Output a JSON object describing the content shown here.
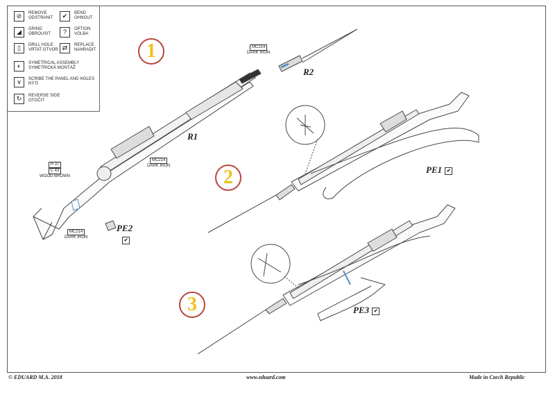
{
  "legend": [
    {
      "icon": "remove-icon",
      "glyph": "⊘",
      "text": "REMOVE ODSTRANIT"
    },
    {
      "icon": "grind-icon",
      "glyph": "◢",
      "text": "GRIND OBROUSIT"
    },
    {
      "icon": "drill-icon",
      "glyph": "▯",
      "text": "DRILL HOLE VRTAT OTVOR"
    },
    {
      "icon": "symmetrical-icon",
      "glyph": "◐",
      "text": "SYMETRICAL ASSEMBLY SYMETRICKÁ MONTÁŽ"
    },
    {
      "icon": "scribe-icon",
      "glyph": "∨",
      "text": "SCRIBE THE PANEL AND HOLES RÝTÍ"
    },
    {
      "icon": "reverse-icon",
      "glyph": "↻",
      "text": "REVERSE SIDE OTOČIT"
    },
    {
      "icon": "bend-icon",
      "glyph": "✔",
      "text": "BEND OHNOUT"
    },
    {
      "icon": "option-icon",
      "glyph": "?",
      "text": "OPTION VOLBA"
    },
    {
      "icon": "replace-icon",
      "glyph": "⇄",
      "text": "REPLACE NAHRADIT"
    }
  ],
  "steps": [
    "1",
    "2",
    "3"
  ],
  "parts": {
    "r1": "R1",
    "r2": "R2",
    "pe1": "PE1",
    "pe2": "PE2",
    "pe3": "PE3"
  },
  "callouts": {
    "mc214_top": {
      "code": "MC214",
      "name": "DARK IRON"
    },
    "mc214_mid": {
      "code": "MC214",
      "name": "DARK IRON"
    },
    "mc214_low": {
      "code": "MC214",
      "name": "DARK IRON"
    },
    "wood": {
      "code1": "H 37",
      "code2": "C 43",
      "name": "WOOD BROWN"
    }
  },
  "footer": {
    "copyright": "© EDUARD  M.A. 2018",
    "url": "www.eduard.com",
    "made_in": "Made in Czech Republic"
  },
  "colors": {
    "step_ring": "#b8453c",
    "step_number": "#f0c020",
    "line": "#444444",
    "highlight": "#5b8fc7"
  }
}
